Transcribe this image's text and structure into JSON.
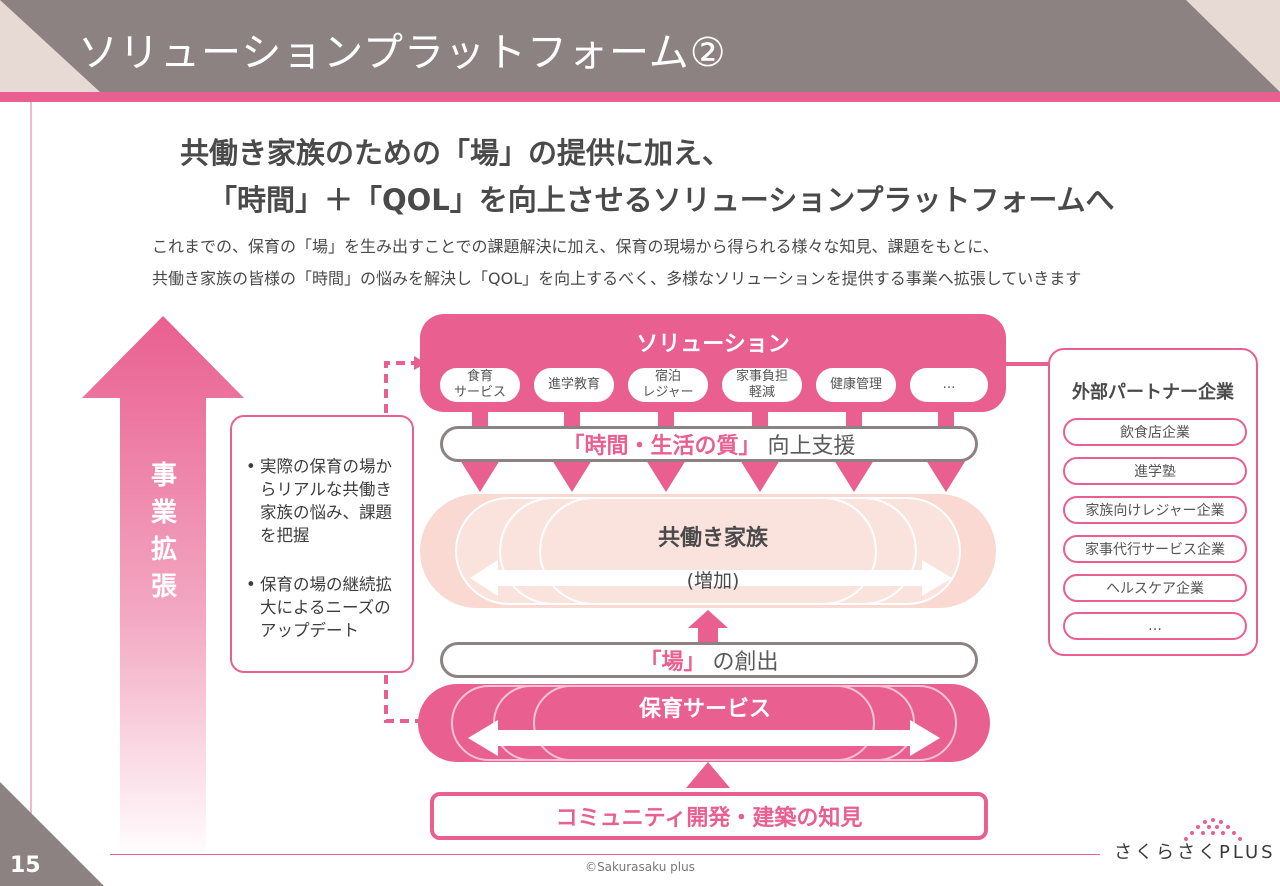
{
  "header": {
    "title": "ソリューションプラットフォーム②"
  },
  "headline": {
    "line1": "共働き家族のための「場」の提供に加え、",
    "line2": "「時間」＋「QOL」を向上させるソリューションプラットフォームへ"
  },
  "lead": {
    "line1": "これまでの、保育の「場」を生み出すことでの課題解決に加え、保育の現場から得られる様々な知見、課題をもとに、",
    "line2": "共働き家族の皆様の「時間」の悩みを解決し「QOL」を向上するべく、多様なソリューションを提供する事業へ拡張していきます"
  },
  "growth_label": "事業拡張",
  "notes": [
    {
      "bullet": "•",
      "text": "実際の保育の場からリアルな共働き家族の悩み、課題を把握"
    },
    {
      "bullet": "•",
      "text": "保育の場の継続拡大によるニーズのアップデート"
    }
  ],
  "solutions": {
    "title": "ソリューション",
    "items": [
      {
        "line1": "食育",
        "line2": "サービス"
      },
      {
        "line1": "進学教育",
        "line2": ""
      },
      {
        "line1": "宿泊",
        "line2": "レジャー"
      },
      {
        "line1": "家事負担",
        "line2": "軽減"
      },
      {
        "line1": "健康管理",
        "line2": ""
      },
      {
        "line1": "…",
        "line2": ""
      }
    ]
  },
  "support_bar": {
    "highlight": "「時間・生活の質」",
    "rest": "向上支援"
  },
  "family": {
    "label": "共働き家族",
    "sub": "(増加)"
  },
  "place_bar": {
    "highlight": "「場」",
    "rest": "の創出"
  },
  "nursery": {
    "label": "保育サービス"
  },
  "community": {
    "label": "コミュニティ開発・建築の知見"
  },
  "partners": {
    "title": "外部パートナー企業",
    "items": [
      "飲食店企業",
      "進学塾",
      "家族向けレジャー企業",
      "家事代行サービス企業",
      "ヘルスケア企業",
      "…"
    ]
  },
  "footer": {
    "page_number": "15",
    "copyright": "©Sakurasaku plus",
    "logo": "さくらさくPLUS"
  },
  "colors": {
    "accent_pink": "#e95f8f",
    "header_gray": "#8c8281",
    "light_peach": "#f8d9d2"
  }
}
